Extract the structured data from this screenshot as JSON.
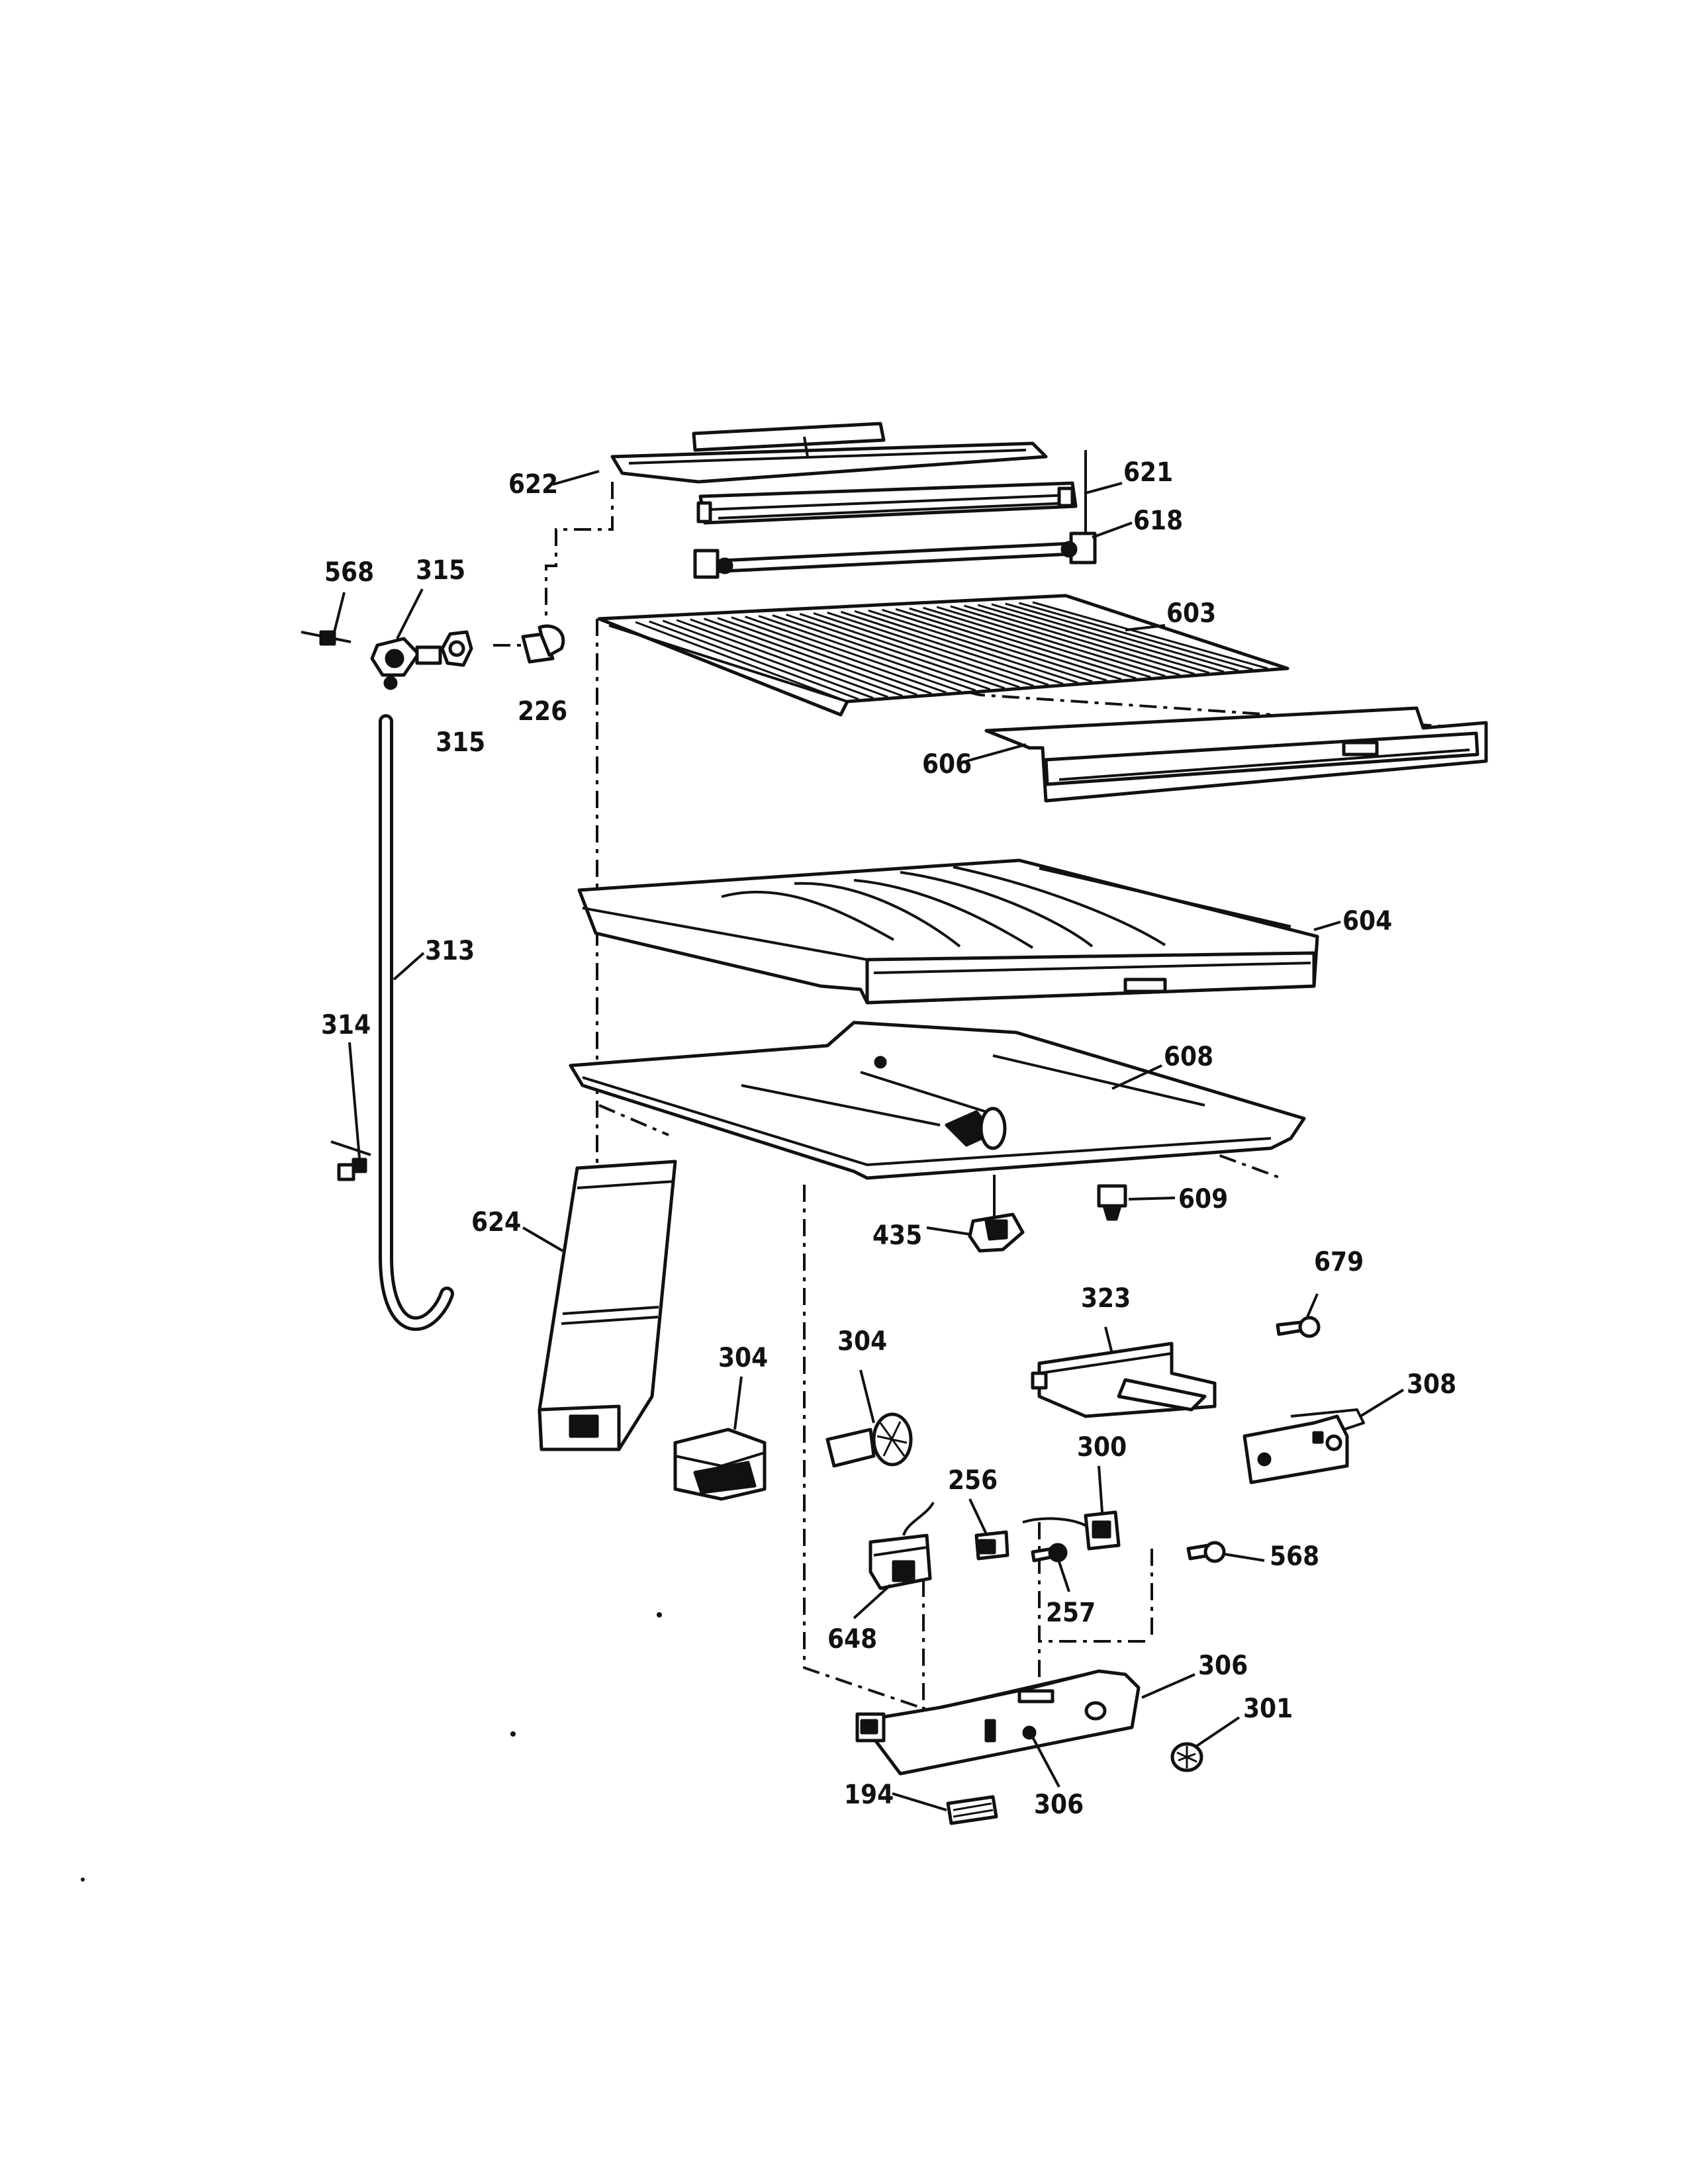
{
  "callouts": {
    "c622": "622",
    "c621": "621",
    "c618": "618",
    "c568a": "568",
    "c315a": "315",
    "c315b": "315",
    "c226": "226",
    "c603": "603",
    "c606": "606",
    "c604": "604",
    "c313": "313",
    "c314": "314",
    "c608": "608",
    "c609": "609",
    "c435": "435",
    "c624": "624",
    "c679": "679",
    "c323": "323",
    "c304a": "304",
    "c304b": "304",
    "c308": "308",
    "c300": "300",
    "c256": "256",
    "c568b": "568",
    "c257": "257",
    "c648": "648",
    "c306a": "306",
    "c301": "301",
    "c194": "194",
    "c306b": "306"
  }
}
